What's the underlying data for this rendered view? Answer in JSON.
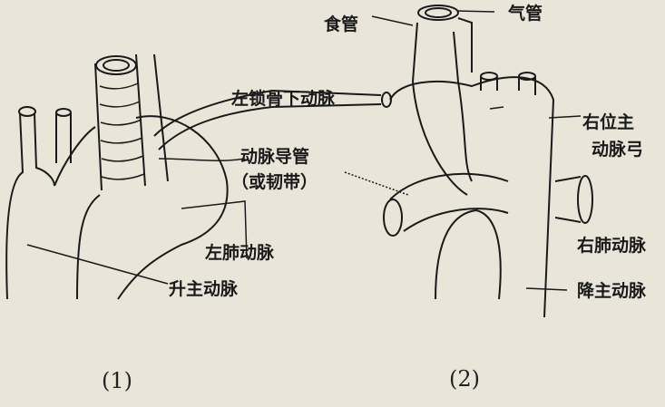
{
  "figure1": {
    "caption": "(1)",
    "labels": {
      "left_subclavian": "左锁骨下动脉",
      "ductus": "动脉导管",
      "ductus_note": "（或韧带）",
      "left_pulmonary": "左肺动脉",
      "ascending_aorta": "升主动脉"
    }
  },
  "figure2": {
    "caption": "(2)",
    "labels": {
      "esophagus": "食管",
      "trachea": "气管",
      "right_arch_line1": "右位主",
      "right_arch_line2": "动脉弓",
      "right_pulmonary": "右肺动脉",
      "descending_aorta": "降主动脉"
    }
  },
  "colors": {
    "paper": "#e9e6d9",
    "ink": "#1a1a1a"
  }
}
